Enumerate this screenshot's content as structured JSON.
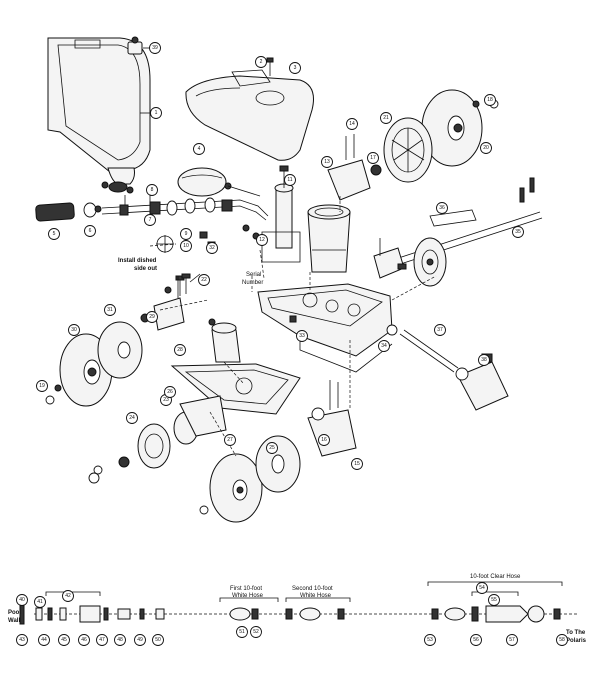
{
  "diagram": {
    "text_labels": {
      "install_dished": "Install dished",
      "side_out": "side out",
      "serial": "Serial",
      "number": "Number",
      "pool": "Pool",
      "wall": "Wall",
      "first_hose_1": "First 10-foot",
      "first_hose_2": "White Hose",
      "second_hose_1": "Second 10-foot",
      "second_hose_2": "White Hose",
      "clear_hose": "10-foot Clear Hose",
      "to_the": "To The",
      "polaris": "Polaris"
    },
    "callouts": [
      {
        "id": "c1",
        "n": "1"
      },
      {
        "id": "c2",
        "n": "2"
      },
      {
        "id": "c3",
        "n": "3"
      },
      {
        "id": "c4",
        "n": "4"
      },
      {
        "id": "c5",
        "n": "5"
      },
      {
        "id": "c6",
        "n": "6"
      },
      {
        "id": "c7",
        "n": "7"
      },
      {
        "id": "c8",
        "n": "8"
      },
      {
        "id": "c9",
        "n": "9"
      },
      {
        "id": "c10",
        "n": "10"
      },
      {
        "id": "c11",
        "n": "11"
      },
      {
        "id": "c12",
        "n": "12"
      },
      {
        "id": "c13",
        "n": "13"
      },
      {
        "id": "c14",
        "n": "14"
      },
      {
        "id": "c15",
        "n": "15"
      },
      {
        "id": "c16",
        "n": "16"
      },
      {
        "id": "c17",
        "n": "17"
      },
      {
        "id": "c18",
        "n": "18"
      },
      {
        "id": "c19",
        "n": "19"
      },
      {
        "id": "c20",
        "n": "20"
      },
      {
        "id": "c21",
        "n": "21"
      },
      {
        "id": "c22",
        "n": "22"
      },
      {
        "id": "c23",
        "n": "23"
      },
      {
        "id": "c24",
        "n": "24"
      },
      {
        "id": "c25",
        "n": "25"
      },
      {
        "id": "c26",
        "n": "26"
      },
      {
        "id": "c27",
        "n": "27"
      },
      {
        "id": "c28",
        "n": "28"
      },
      {
        "id": "c29",
        "n": "29"
      },
      {
        "id": "c30",
        "n": "30"
      },
      {
        "id": "c31",
        "n": "31"
      },
      {
        "id": "c32",
        "n": "32"
      },
      {
        "id": "c33",
        "n": "33"
      },
      {
        "id": "c34",
        "n": "34"
      },
      {
        "id": "c35",
        "n": "35"
      },
      {
        "id": "c36",
        "n": "36"
      },
      {
        "id": "c37",
        "n": "37"
      },
      {
        "id": "c38",
        "n": "38"
      },
      {
        "id": "c39",
        "n": "39"
      },
      {
        "id": "c40",
        "n": "40"
      },
      {
        "id": "c41",
        "n": "41"
      },
      {
        "id": "c42",
        "n": "42"
      },
      {
        "id": "c43",
        "n": "43"
      },
      {
        "id": "c44",
        "n": "44"
      },
      {
        "id": "c45",
        "n": "45"
      },
      {
        "id": "c46",
        "n": "46"
      },
      {
        "id": "c47",
        "n": "47"
      },
      {
        "id": "c48",
        "n": "48"
      },
      {
        "id": "c49",
        "n": "49"
      },
      {
        "id": "c50",
        "n": "50"
      },
      {
        "id": "c51",
        "n": "51"
      },
      {
        "id": "c52",
        "n": "52"
      },
      {
        "id": "c53",
        "n": "53"
      },
      {
        "id": "c54",
        "n": "54"
      },
      {
        "id": "c55",
        "n": "55"
      },
      {
        "id": "c56",
        "n": "56"
      },
      {
        "id": "c57",
        "n": "57"
      },
      {
        "id": "c58",
        "n": "58"
      }
    ]
  }
}
